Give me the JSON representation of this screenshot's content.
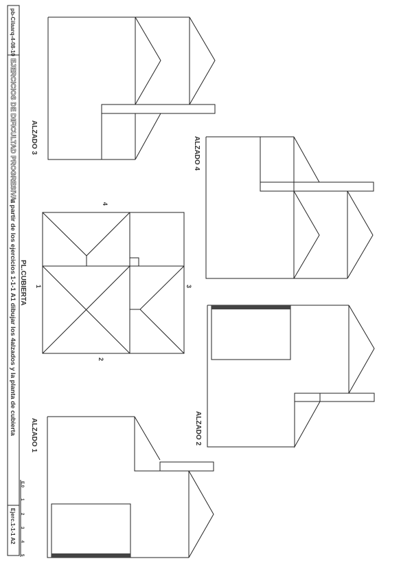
{
  "title_block": {
    "code": "pb-Cilaarq-4-08-10",
    "title": "EJERCICIOS DE DIFICULTAD PROGRESIVA:",
    "instruction": "a partir de los ejercicios 1-1-1 A1 dibujar los 4alzados y la planta de cubierta",
    "sheet": "Ejerc.1-1-1 A2"
  },
  "scale_bar": {
    "labels": [
      "E.0",
      "1",
      "2",
      "3",
      "4",
      "5"
    ]
  },
  "views": {
    "alzado1": "ALZADO 1",
    "alzado2": "ALZADO 2",
    "alzado3": "ALZADO 3",
    "alzado4": "ALZADO 4",
    "planta": "PL.CUBIERTA"
  },
  "plan_markers": [
    "1",
    "2",
    "3",
    "4"
  ],
  "colors": {
    "line": "#222222",
    "text": "#333333"
  }
}
